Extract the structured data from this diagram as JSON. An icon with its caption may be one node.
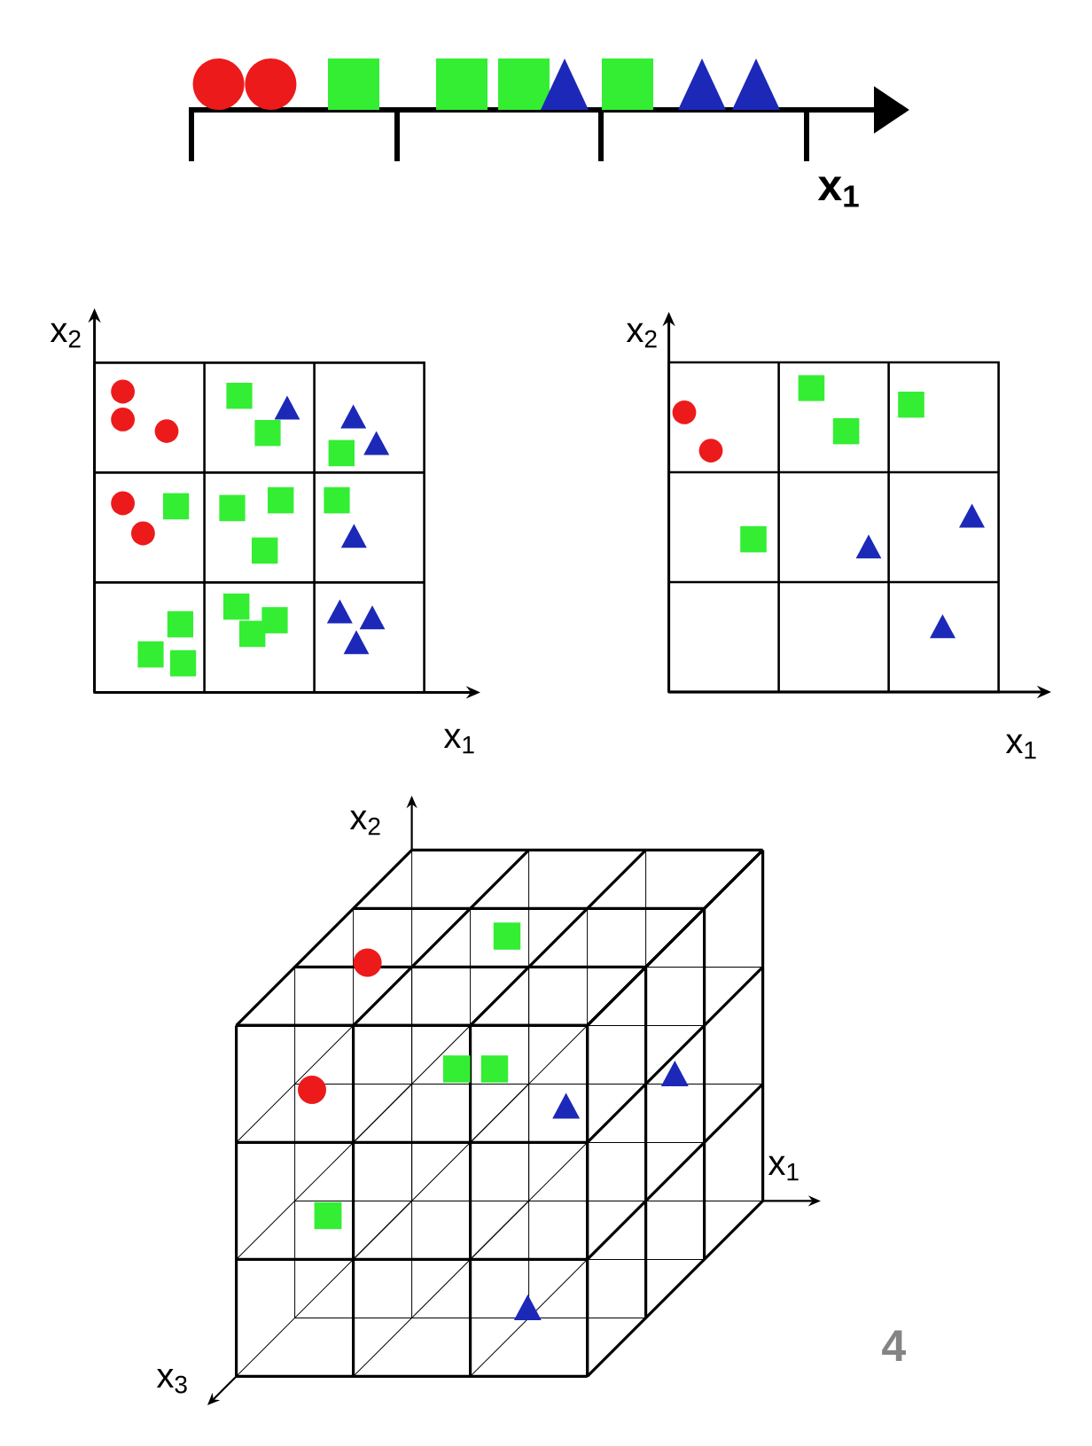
{
  "diagram": {
    "labels": [
      "x$_{1}$",
      "x$_{2}$",
      "x$_{2}$",
      "x$_{1}$",
      "x$_{1}$",
      "x$_{2}$",
      "x$_{1}$",
      "x$_{3}$",
      "4"
    ]
  }
}
